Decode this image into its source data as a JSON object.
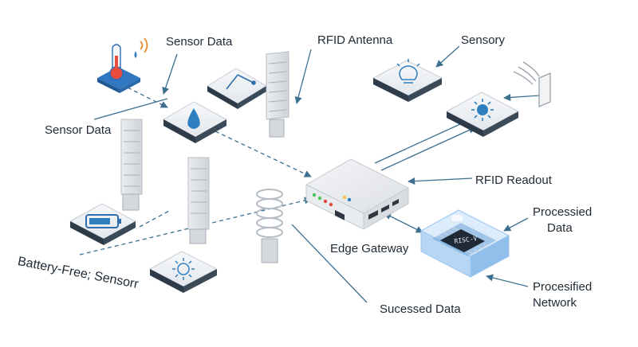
{
  "labels": {
    "sensor_data_top": "Sensor Data",
    "rfid_antenna": "RFID Antenna",
    "sensory": "Sensory",
    "sensor_data_left": "Sensor Data",
    "rfid_readout": "RFID Readout",
    "processied_line1": "Processied",
    "processied_line2": "Data",
    "edge_gateway": "Edge Gateway",
    "battery_free": "Battery-Free; Sensorr",
    "procesified_line1": "Procesified",
    "procesified_line2": "Network",
    "sucessed_data": "Sucessed Data"
  },
  "chip": {
    "marking": "RISC-V"
  },
  "colors": {
    "accent": "#2f7fc0",
    "line": "#3d6f8f",
    "tile": "#eef1f4",
    "chip_glow": "#b9dcff",
    "led_green": "#4cc55a",
    "led_red": "#e2483c",
    "led_yellow": "#f4c640"
  },
  "icons": {
    "thermometer": "thermometer-icon",
    "water_drop": "water-drop-icon",
    "pointer": "pointer-icon",
    "lightbulb": "lightbulb-icon",
    "sun": "sun-icon",
    "battery": "battery-icon",
    "signal": "signal-wave-icon"
  }
}
